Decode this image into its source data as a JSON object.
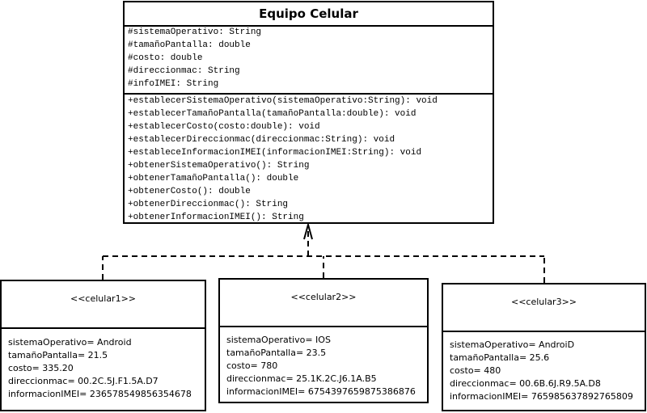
{
  "class_box": {
    "title": "Equipo Celular",
    "attributes": [
      "#sistemaOperativo: String",
      "#tamañoPantalla: double",
      "#costo: double",
      "#direccionmac: String",
      "#infoIMEI: String"
    ],
    "methods": [
      "+establecerSistemaOperativo(sistemaOperativo:String): void",
      "+establecerTamañoPantalla(tamañoPantalla:double): void",
      "+establecerCosto(costo:double): void",
      "+establecerDireccionmac(direccionmac:String): void",
      "+estableceInformacionIMEI(informacionIMEI:String): void",
      "+obtenerSistemaOperativo(): String",
      "+obtenerTamañoPantalla(): double",
      "+obtenerCosto(): double",
      "+obtenerDireccionmac(): String",
      "+obtenerInformacionIMEI(): String"
    ]
  },
  "instances": [
    {
      "title": "<<celular1>>",
      "values": [
        "sistemaOperativo= Android",
        "tamañoPantalla= 21.5",
        "costo= 335.20",
        "direccionmac= 00.2C.5J.F1.5A.D7",
        "informacionIMEI= 236578549856354678"
      ]
    },
    {
      "title": "<<celular2>>",
      "values": [
        "sistemaOperativo= IOS",
        "tamañoPantalla= 23.5",
        "costo= 780",
        "direccionmac= 25.1K.2C.J6.1A.B5",
        "informacionIMEI= 6754397659875386876"
      ]
    },
    {
      "title": "<<celular3>>",
      "values": [
        "sistemaOperativo= AndroiD",
        "tamañoPantalla= 25.6",
        "costo= 480",
        "direccionmac= 00.6B.6J.R9.5A.D8",
        "informacionIMEI= 765985637892765809"
      ]
    }
  ]
}
